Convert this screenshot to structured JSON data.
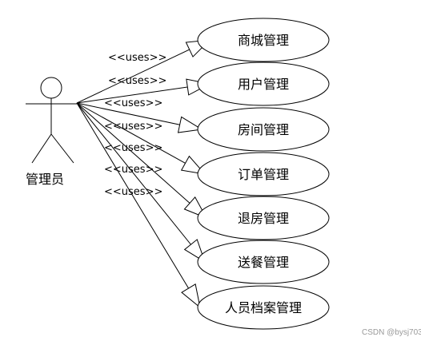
{
  "actor": {
    "name": "管理员"
  },
  "stereotype": "<<uses>>",
  "use_cases": [
    {
      "label": "商城管理"
    },
    {
      "label": "用户管理"
    },
    {
      "label": "房间管理"
    },
    {
      "label": "订单管理"
    },
    {
      "label": "退房管理"
    },
    {
      "label": "送餐管理"
    },
    {
      "label": "人员档案管理"
    }
  ],
  "watermark": "CSDN @bysj703"
}
